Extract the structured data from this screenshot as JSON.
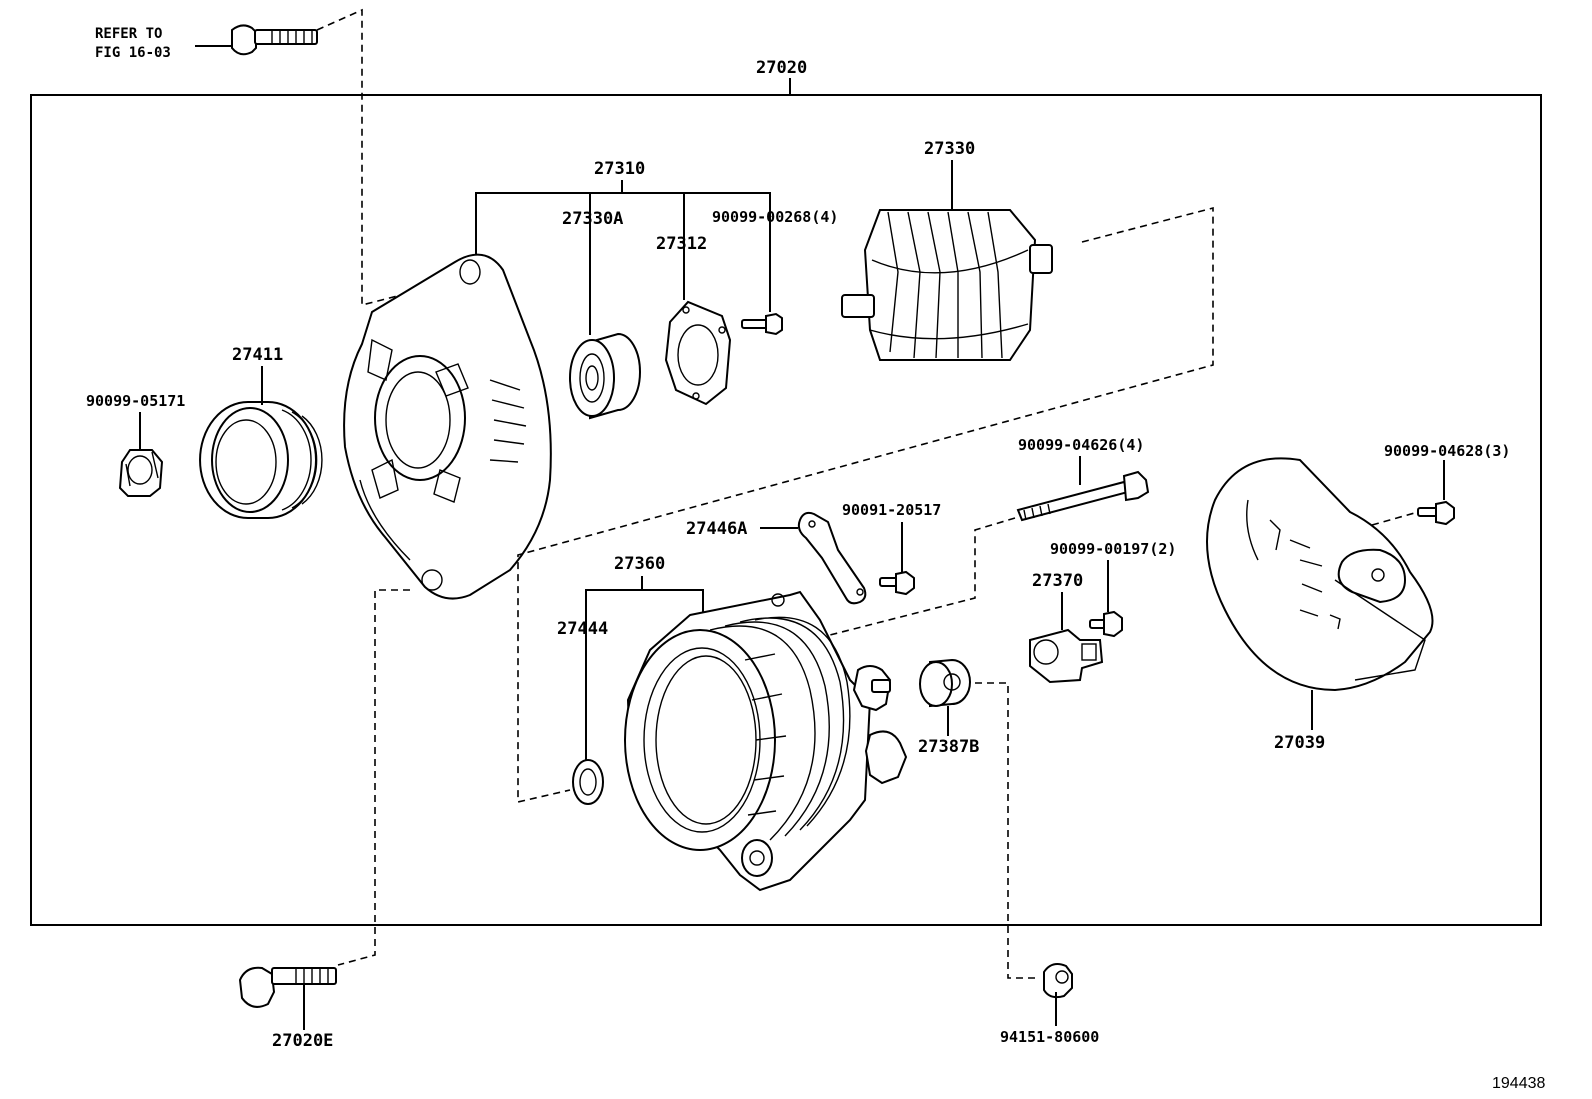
{
  "refer_to": [
    "REFER TO",
    "FIG 16-03"
  ],
  "assembly": "27020",
  "image_id": "194438",
  "labels": {
    "p27310": "27310",
    "p27330": "27330",
    "p27330A": "27330A",
    "p27312": "27312",
    "p90099_00268": "90099-00268(4)",
    "p27411": "27411",
    "p90099_05171": "90099-05171",
    "p90099_04626": "90099-04626(4)",
    "p90099_04628": "90099-04628(3)",
    "p90091_20517": "90091-20517",
    "p27446A": "27446A",
    "p27360": "27360",
    "p27444": "27444",
    "p90099_00197": "90099-00197(2)",
    "p27370": "27370",
    "p27387B": "27387B",
    "p27039": "27039",
    "p27020E": "27020E",
    "p94151_80600": "94151-80600"
  }
}
